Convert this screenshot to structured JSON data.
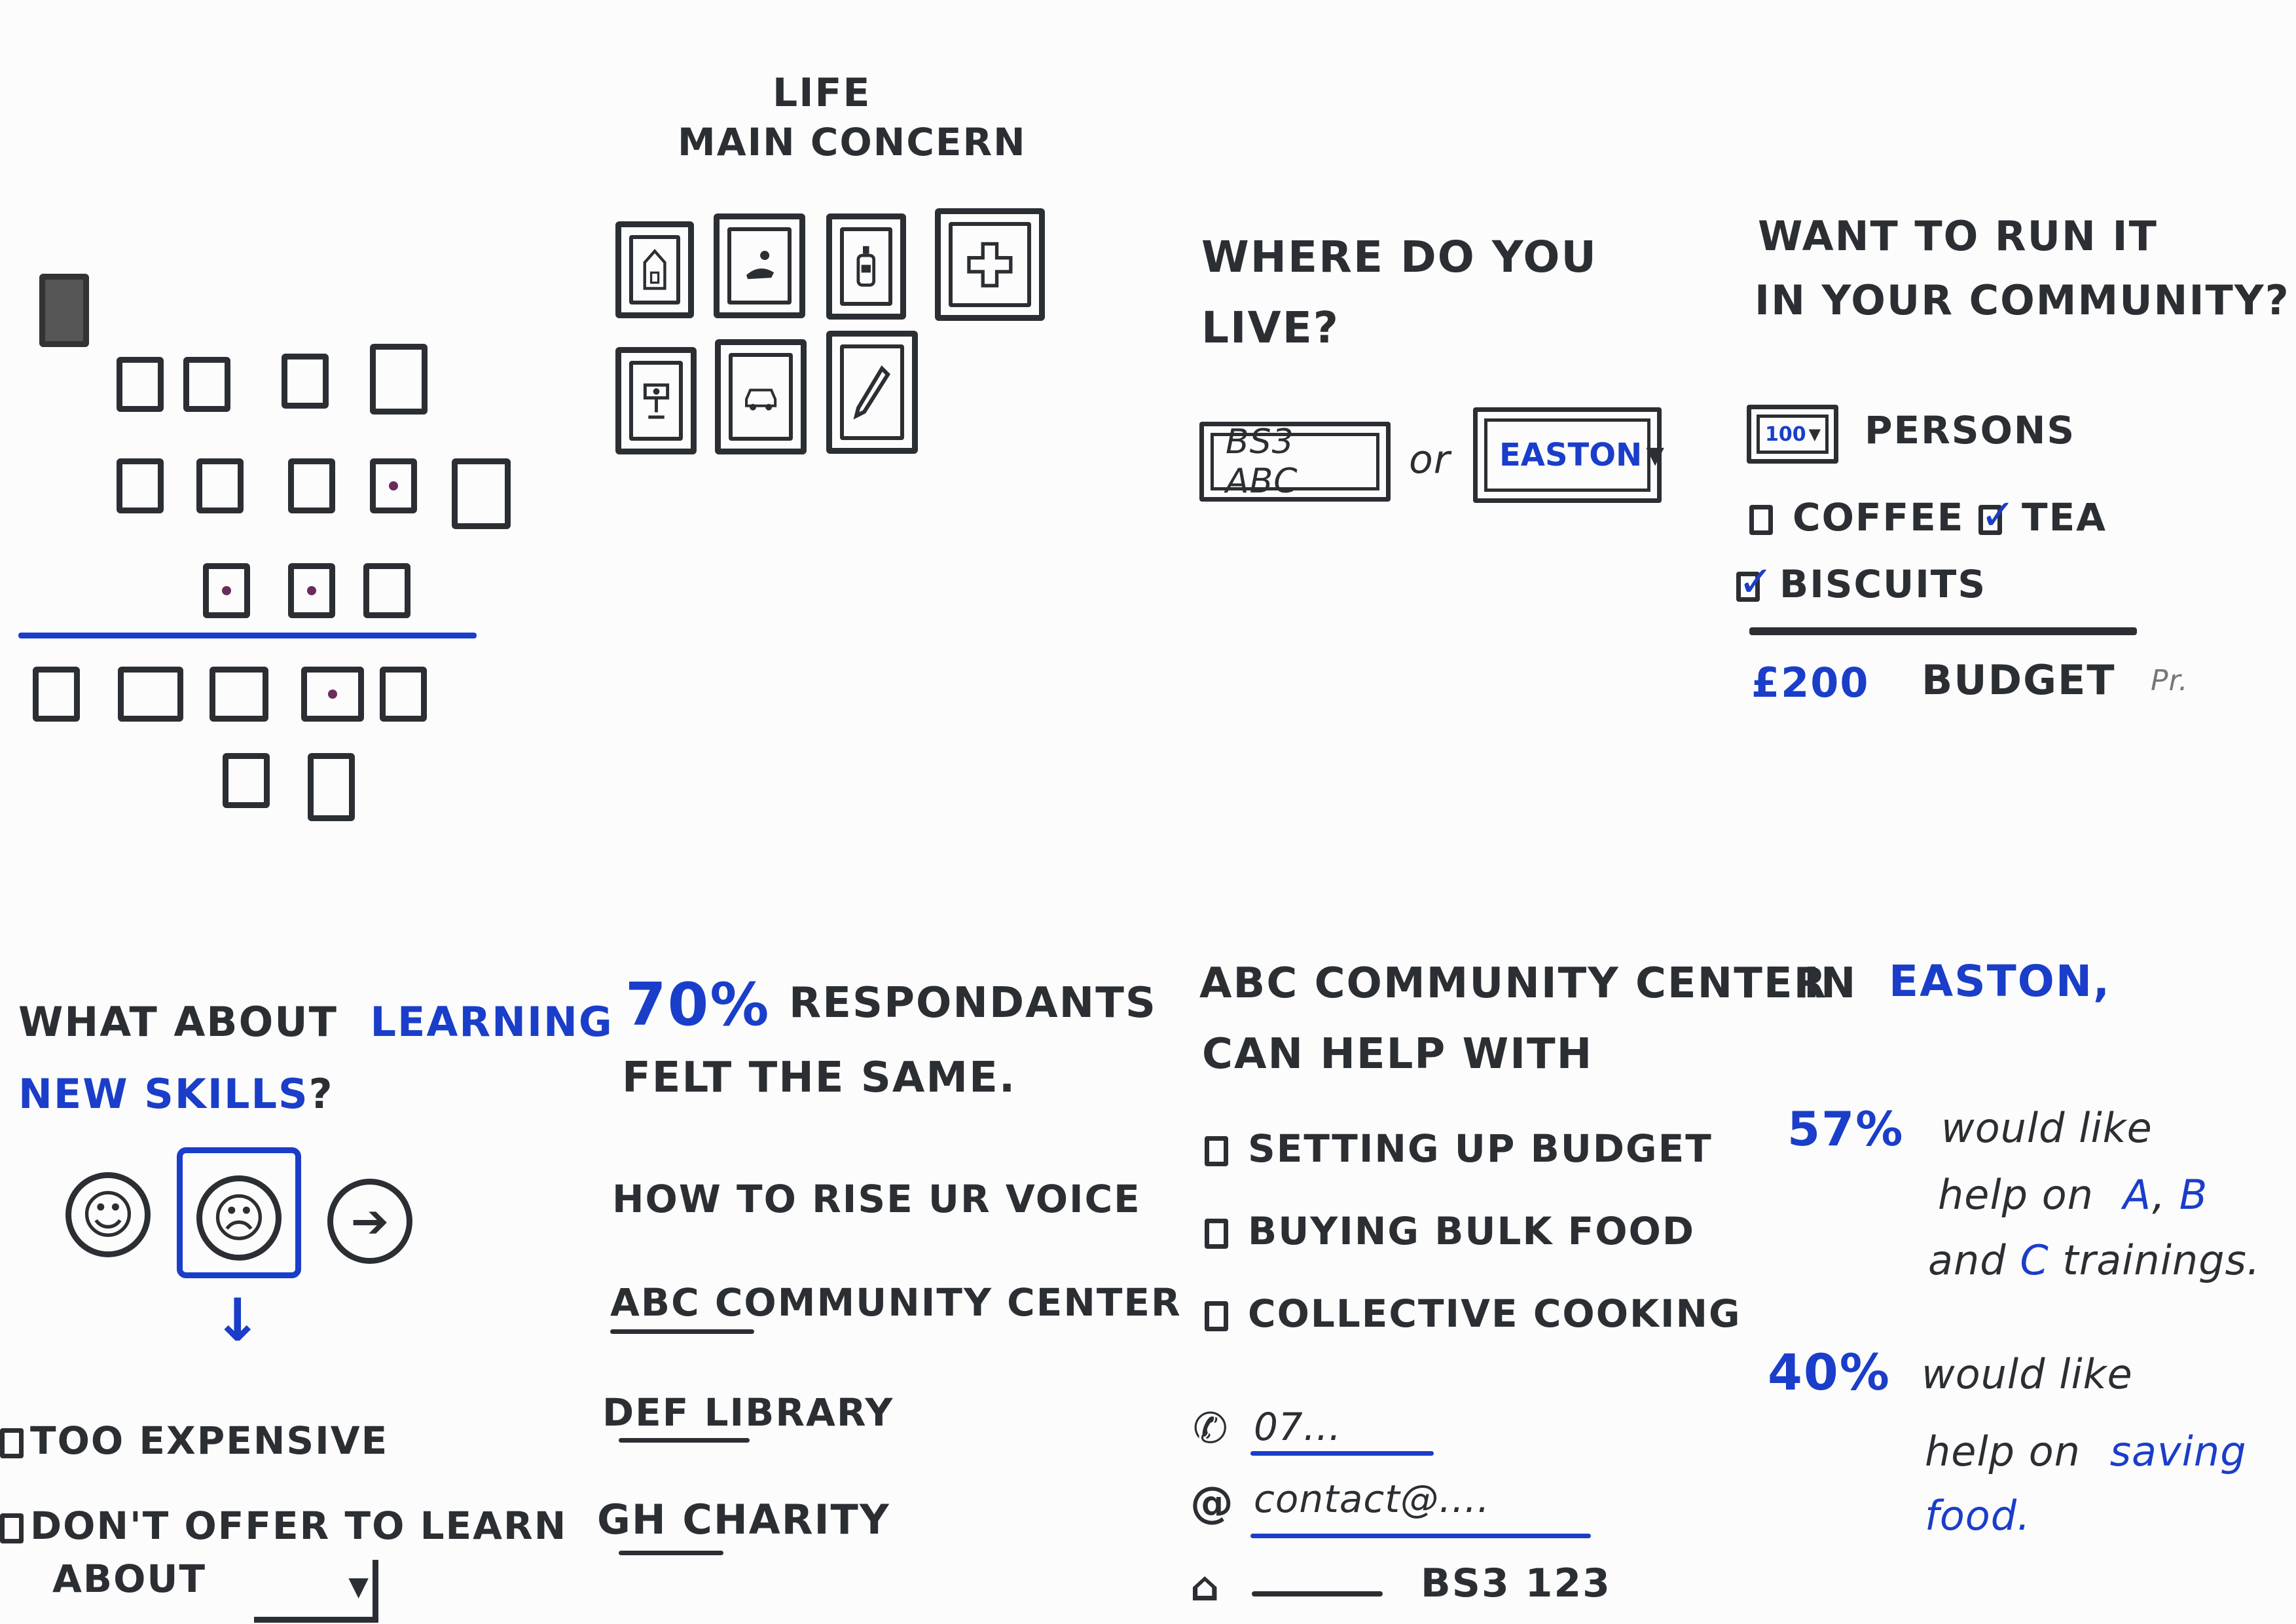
{
  "panel1": {
    "name": "seating-grid",
    "dots_in_rows": "purple marker dots on selected squares"
  },
  "panel2": {
    "title_line1": "LIFE",
    "title_line2": "MAIN CONCERN",
    "icons": [
      "house-icon",
      "people-icon",
      "bottle-icon",
      "medical-cross-icon",
      "job-icon",
      "car-icon",
      "pencil-icon"
    ]
  },
  "panel3": {
    "question_line1": "WHERE DO YOU",
    "question_line2": "LIVE?",
    "postcode_value": "BS3 ABC",
    "or_label": "or",
    "area_select": "EASTON"
  },
  "panel4": {
    "question_line1": "WANT TO RUN IT",
    "question_line2": "IN YOUR COMMUNITY?",
    "persons_select": "100",
    "persons_label": "PERSONS",
    "options": [
      {
        "label": "COFFEE",
        "checked": false
      },
      {
        "label": "TEA",
        "checked": true
      },
      {
        "label": "BISCUITS",
        "checked": true
      }
    ],
    "budget_value": "£200",
    "budget_label": "BUDGET",
    "budget_note": "Pr."
  },
  "panel5": {
    "q_part1": "WHAT ABOUT",
    "q_highlight1": "LEARNING",
    "q_highlight2": "NEW SKILLS",
    "q_end": "?",
    "happy": "☺",
    "sad": "☹",
    "next": "➔",
    "arrow_down": "↓",
    "reasons": [
      "TOO EXPENSIVE",
      "DON'T OFFER TO LEARN"
    ],
    "about_label": "ABOUT"
  },
  "panel6": {
    "stat_value": "70%",
    "stat_text": "RESPONDANTS",
    "stat_text2": "FELT THE SAME.",
    "how_to": "HOW TO RISE UR VOICE",
    "links": [
      "ABC COMMUNITY CENTER",
      "DEF LIBRARY",
      "GH CHARITY"
    ]
  },
  "panel7": {
    "line1": "ABC COMMUNITY CENTER",
    "line1_in": "IN",
    "line1_place": "EASTON,",
    "line2": "CAN HELP WITH",
    "options": [
      "SETTING UP BUDGET",
      "BUYING BULK FOOD",
      "COLLECTIVE COOKING"
    ],
    "phone": "07...",
    "email": "contact@....",
    "address": "BS3 123"
  },
  "panel8": {
    "stat1_value": "57%",
    "stat1_text1": "would like",
    "stat1_text2a": "help on",
    "stat1_A": "A",
    "stat1_B": "B",
    "stat1_text3a": "and",
    "stat1_C": "C",
    "stat1_text3b": "trainings.",
    "stat2_value": "40%",
    "stat2_text1": "would like",
    "stat2_text2a": "help on",
    "stat2_saving": "saving",
    "stat2_food": "food."
  },
  "colors": {
    "ink": "#2b2f33",
    "accent": "#1a3ec9",
    "dot": "#6a2c5c"
  }
}
